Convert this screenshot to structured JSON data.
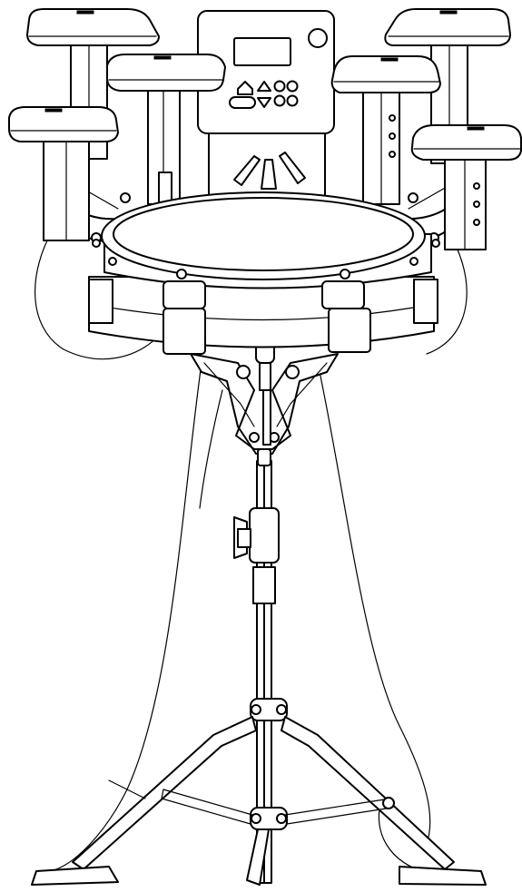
{
  "figure": {
    "type": "line-drawing",
    "subject": "",
    "background": "#ffffff",
    "stroke_color": "#000000"
  },
  "components": {
    "module_buttons": [
      "home-icon",
      "up-arrow-icon",
      "down-arrow-icon",
      "circle-button-icon",
      "circle-button-icon",
      "circle-button-icon",
      "circle-button-icon"
    ],
    "pedal_buttons_on_module_plate": 3,
    "pad_count": 6,
    "tripod_feet": 3
  }
}
